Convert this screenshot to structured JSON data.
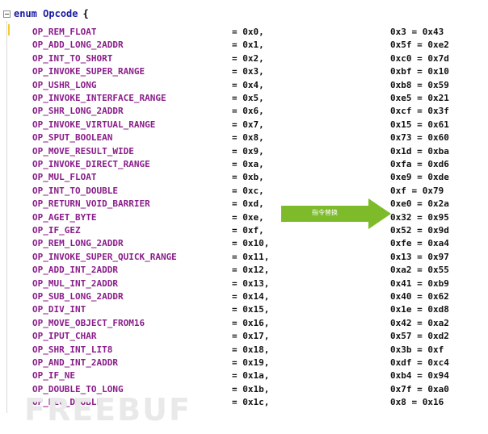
{
  "code": {
    "header": {
      "keyword": "enum",
      "name": "Opcode",
      "brace": "{"
    },
    "rows": [
      {
        "name": "OP_REM_FLOAT",
        "assign": "= 0x0,",
        "mapping": "0x3 = 0x43"
      },
      {
        "name": "OP_ADD_LONG_2ADDR",
        "assign": "= 0x1,",
        "mapping": "0x5f = 0xe2"
      },
      {
        "name": "OP_INT_TO_SHORT",
        "assign": "= 0x2,",
        "mapping": "0xc0 = 0x7d"
      },
      {
        "name": "OP_INVOKE_SUPER_RANGE",
        "assign": "= 0x3,",
        "mapping": "0xbf = 0x10"
      },
      {
        "name": "OP_USHR_LONG",
        "assign": "= 0x4,",
        "mapping": "0xb8 = 0x59"
      },
      {
        "name": "OP_INVOKE_INTERFACE_RANGE",
        "assign": "= 0x5,",
        "mapping": "0xe5 = 0x21"
      },
      {
        "name": "OP_SHR_LONG_2ADDR",
        "assign": "= 0x6,",
        "mapping": "0xcf = 0x3f"
      },
      {
        "name": "OP_INVOKE_VIRTUAL_RANGE",
        "assign": "= 0x7,",
        "mapping": "0x15 = 0x61"
      },
      {
        "name": "OP_SPUT_BOOLEAN",
        "assign": "= 0x8,",
        "mapping": "0x73 = 0x60"
      },
      {
        "name": "OP_MOVE_RESULT_WIDE",
        "assign": "= 0x9,",
        "mapping": "0x1d = 0xba"
      },
      {
        "name": "OP_INVOKE_DIRECT_RANGE",
        "assign": "= 0xa,",
        "mapping": "0xfa = 0xd6"
      },
      {
        "name": "OP_MUL_FLOAT",
        "assign": "= 0xb,",
        "mapping": "0xe9 = 0xde"
      },
      {
        "name": "OP_INT_TO_DOUBLE",
        "assign": "= 0xc,",
        "mapping": "0xf = 0x79"
      },
      {
        "name": "OP_RETURN_VOID_BARRIER",
        "assign": "= 0xd,",
        "mapping": "0xe0 = 0x2a"
      },
      {
        "name": "OP_AGET_BYTE",
        "assign": "= 0xe,",
        "mapping": "0x32 = 0x95"
      },
      {
        "name": "OP_IF_GEZ",
        "assign": "= 0xf,",
        "mapping": "0x52 = 0x9d"
      },
      {
        "name": "OP_REM_LONG_2ADDR",
        "assign": "= 0x10,",
        "mapping": "0xfe = 0xa4"
      },
      {
        "name": "OP_INVOKE_SUPER_QUICK_RANGE",
        "assign": "= 0x11,",
        "mapping": "0x13 = 0x97"
      },
      {
        "name": "OP_ADD_INT_2ADDR",
        "assign": "= 0x12,",
        "mapping": "0xa2 = 0x55"
      },
      {
        "name": "OP_MUL_INT_2ADDR",
        "assign": "= 0x13,",
        "mapping": "0x41 = 0xb9"
      },
      {
        "name": "OP_SUB_LONG_2ADDR",
        "assign": "= 0x14,",
        "mapping": "0x40 = 0x62"
      },
      {
        "name": "OP_DIV_INT",
        "assign": "= 0x15,",
        "mapping": "0x1e = 0xd8"
      },
      {
        "name": "OP_MOVE_OBJECT_FROM16",
        "assign": "= 0x16,",
        "mapping": "0x42 = 0xa2"
      },
      {
        "name": "OP_IPUT_CHAR",
        "assign": "= 0x17,",
        "mapping": "0x57 = 0xd2"
      },
      {
        "name": "OP_SHR_INT_LIT8",
        "assign": "= 0x18,",
        "mapping": "0x3b = 0xf"
      },
      {
        "name": "OP_AND_INT_2ADDR",
        "assign": "= 0x19,",
        "mapping": "0xdf = 0xc4"
      },
      {
        "name": "OP_IF_NE",
        "assign": "= 0x1a,",
        "mapping": "0xb4 = 0x94"
      },
      {
        "name": "OP_DOUBLE_TO_LONG",
        "assign": "= 0x1b,",
        "mapping": "0x7f = 0xa0"
      },
      {
        "name": "OP_NEG_DOUBLE",
        "assign": "= 0x1c,",
        "mapping": "0x8 = 0x16"
      }
    ]
  },
  "arrow": {
    "label": "指令替换",
    "color": "#7dbb2b"
  },
  "watermark": {
    "text": "FREEBUF"
  }
}
